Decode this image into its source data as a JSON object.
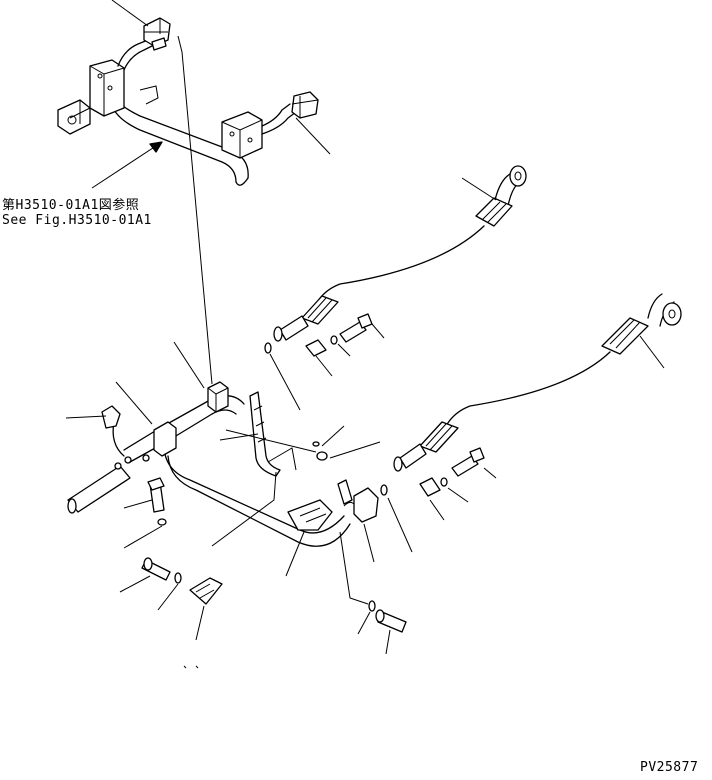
{
  "reference": {
    "japanese": "第H3510-01A1図参照",
    "english": "See Fig.H3510-01A1"
  },
  "figure_id": "PV25877"
}
